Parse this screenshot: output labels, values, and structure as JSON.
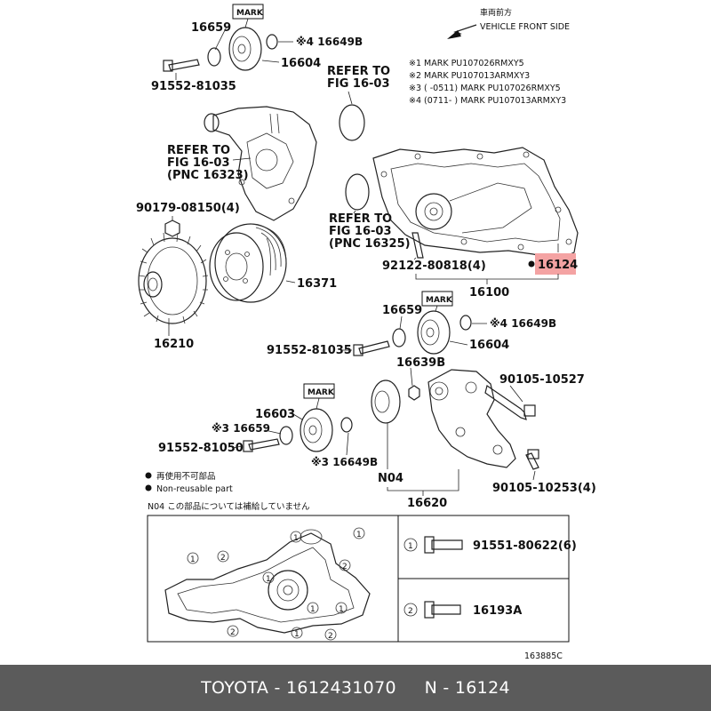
{
  "header": {
    "front_label_jp": "車両前方",
    "front_label_en": "VEHICLE FRONT SIDE"
  },
  "notes": [
    "※1 MARK PU107026RMXY5",
    "※2 MARK PU107013ARMXY3",
    "※3 (      -0511) MARK PU107026RMXY5",
    "※4 (0711-      ) MARK PU107013ARMXY3"
  ],
  "parts": {
    "p16659_top": "16659",
    "mark_top": "MARK",
    "p16649b_top": "※4 16649B",
    "p16604_top": "16604",
    "p91552_81035_top": "91552-81035",
    "refer_1603": [
      "REFER TO",
      "FIG 16-03"
    ],
    "refer_16323": [
      "REFER TO",
      "FIG 16-03",
      "(PNC 16323)"
    ],
    "refer_16325": [
      "REFER TO",
      "FIG 16-03",
      "(PNC 16325)"
    ],
    "p90179": "90179-08150(4)",
    "p92122": "92122-80818(4)",
    "p16124": "16124",
    "p16100": "16100",
    "p16371": "16371",
    "p16210": "16210",
    "p16659_mid": "16659",
    "mark_mid": "MARK",
    "p16649b_mid": "※4 16649B",
    "p16604_mid": "16604",
    "p91552_81035_mid": "91552-81035",
    "p16639b": "16639B",
    "p90105_10527": "90105-10527",
    "mark_low": "MARK",
    "p16603": "16603",
    "p16659_low": "※3 16659",
    "p91552_81050": "91552-81050",
    "p16649b_low": "※3 16649B",
    "p90105_10253": "90105-10253(4)",
    "n04": "N04",
    "p16620": "16620"
  },
  "legend": {
    "nonreusable_jp": "再使用不可部品",
    "nonreusable_en": "Non-reusable part",
    "n04_note": "N04 この部品については補給していません"
  },
  "inset": {
    "rows": [
      {
        "num": "1",
        "part": "91551-80622(6)"
      },
      {
        "num": "2",
        "part": "16193A"
      }
    ]
  },
  "figure_id": "163885C",
  "footer": {
    "brand": "TOYOTA",
    "part_number": "1612431070",
    "n_ref": "N - 16124",
    "separator": " - "
  },
  "colors": {
    "highlight": "#f4a3a3",
    "footer_bg": "#5b5b5b"
  }
}
